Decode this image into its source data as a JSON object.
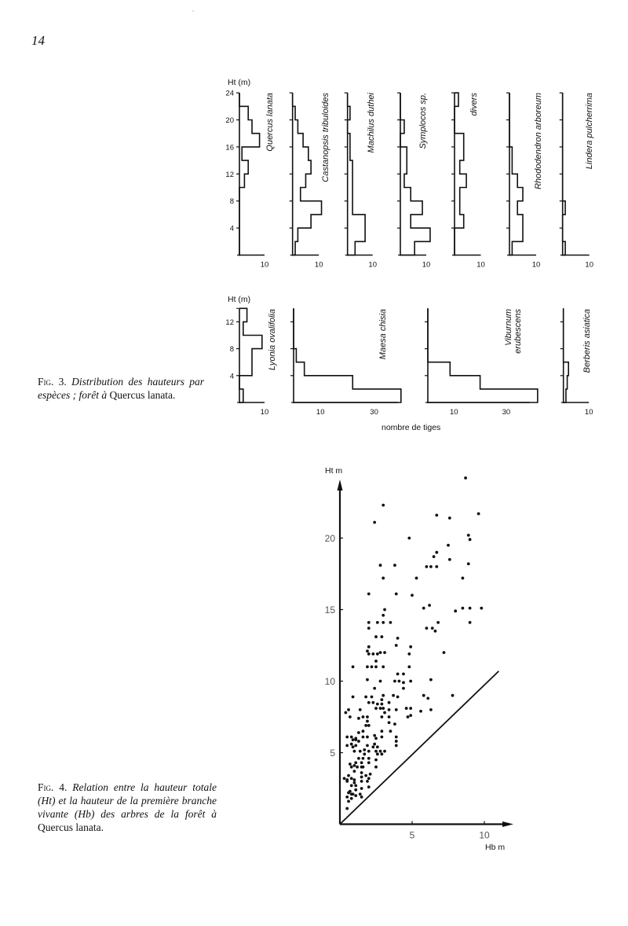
{
  "page_number": "14",
  "fig3": {
    "label": "Fig. 3.",
    "text_italic": "Distribution des hauteurs par espèces ; forêt à",
    "text_roman": "Quercus lanata."
  },
  "fig4": {
    "label": "Fig. 4.",
    "text_italic": "Relation entre la hauteur totale (Ht) et la hauteur de la première branche vivante (Hb) des arbres de la forêt à",
    "text_roman": "Quercus lanata."
  },
  "chart_data": [
    {
      "type": "bar",
      "orientation": "horizontal histogram panels",
      "ylabel": "Ht (m)",
      "ylim": [
        0,
        24
      ],
      "bin_width": 2,
      "yticks": [
        "4",
        "8",
        "12",
        "16",
        "20",
        "24"
      ],
      "series": [
        {
          "name": "Quercus lanata",
          "xtick": "10",
          "values": [
            0,
            0,
            0,
            0,
            0,
            2,
            3.5,
            1,
            8,
            5,
            3.5,
            0
          ]
        },
        {
          "name": "Castanopsis tribuloides",
          "xtick": "10",
          "values": [
            1,
            2,
            7,
            11,
            3,
            5,
            7,
            6,
            4,
            2,
            1,
            0
          ]
        },
        {
          "name": "Machilus duthei",
          "xtick": "10",
          "values": [
            3,
            7,
            7,
            2,
            2,
            2,
            2,
            1,
            1,
            0,
            1,
            0
          ]
        },
        {
          "name": "Symplocos sp.",
          "xtick": "10",
          "values": [
            5.5,
            11.5,
            4,
            8.5,
            4,
            1.5,
            2.5,
            2.5,
            0,
            1.5,
            0,
            0
          ]
        },
        {
          "name": "divers",
          "xtick": "10",
          "values": [
            0,
            0,
            3.5,
            2,
            2,
            4.5,
            2,
            3.5,
            3.5,
            0,
            0,
            1.5
          ]
        },
        {
          "name": "Rhododendron arboreum",
          "xtick": "10",
          "values": [
            1,
            5,
            5,
            3,
            5,
            3,
            1,
            1,
            0,
            0,
            0,
            0
          ]
        },
        {
          "name": "Lindera pulcherrima",
          "xtick": "10",
          "values": [
            1,
            0,
            0,
            1,
            0,
            0,
            0,
            0,
            0,
            0,
            0,
            0
          ]
        }
      ]
    },
    {
      "type": "bar",
      "orientation": "horizontal histogram panels",
      "ylabel": "Ht (m)",
      "xlabel": "nombre de tiges",
      "ylim": [
        0,
        14
      ],
      "bin_width": 2,
      "yticks": [
        "4",
        "8",
        "12"
      ],
      "series": [
        {
          "name": "Lyonia ovalifolia",
          "xticks": [
            "10"
          ],
          "values": [
            1.5,
            0,
            5,
            5,
            9,
            1.5,
            3
          ]
        },
        {
          "name": "Maesa chisia",
          "xticks": [
            "10",
            "30"
          ],
          "values": [
            40,
            22,
            4,
            1,
            0,
            0,
            0
          ]
        },
        {
          "name": "Viburnum erubescens",
          "xticks": [
            "10",
            "30"
          ],
          "values": [
            42,
            20,
            8.5,
            0,
            0,
            0,
            0
          ]
        },
        {
          "name": "Berberis asiatica",
          "xticks": [
            "10"
          ],
          "values": [
            1,
            1.5,
            2,
            0,
            0,
            0,
            0
          ]
        }
      ]
    },
    {
      "type": "scatter",
      "xlabel": "Hb m",
      "ylabel": "Ht m",
      "xlim": [
        0,
        11.5
      ],
      "ylim": [
        0,
        25
      ],
      "xticks": [
        "5",
        "10"
      ],
      "yticks": [
        "5",
        "10",
        "15",
        "20"
      ],
      "reference_line": [
        [
          0,
          0
        ],
        [
          11,
          10.7
        ]
      ],
      "points": [
        [
          8.7,
          24.2
        ],
        [
          3.0,
          22.3
        ],
        [
          2.4,
          21.1
        ],
        [
          6.7,
          21.6
        ],
        [
          7.6,
          21.4
        ],
        [
          9.6,
          21.7
        ],
        [
          4.8,
          20.0
        ],
        [
          8.9,
          20.2
        ],
        [
          9.0,
          19.9
        ],
        [
          7.5,
          19.5
        ],
        [
          6.7,
          19.0
        ],
        [
          6.5,
          18.7
        ],
        [
          7.6,
          18.5
        ],
        [
          2.8,
          18.1
        ],
        [
          3.8,
          18.1
        ],
        [
          6.0,
          18.0
        ],
        [
          6.3,
          18.0
        ],
        [
          6.7,
          18.0
        ],
        [
          8.9,
          18.2
        ],
        [
          3.0,
          17.2
        ],
        [
          5.3,
          17.2
        ],
        [
          8.5,
          17.2
        ],
        [
          2.0,
          16.1
        ],
        [
          3.9,
          16.1
        ],
        [
          5.0,
          16.0
        ],
        [
          3.1,
          15.0
        ],
        [
          5.8,
          15.1
        ],
        [
          6.2,
          15.3
        ],
        [
          8.0,
          14.9
        ],
        [
          8.5,
          15.1
        ],
        [
          9.0,
          15.1
        ],
        [
          9.8,
          15.1
        ],
        [
          3.0,
          14.6
        ],
        [
          2.0,
          14.1
        ],
        [
          2.6,
          14.1
        ],
        [
          3.0,
          14.1
        ],
        [
          3.5,
          14.1
        ],
        [
          6.8,
          14.1
        ],
        [
          9.0,
          14.1
        ],
        [
          2.0,
          13.7
        ],
        [
          6.0,
          13.7
        ],
        [
          6.4,
          13.7
        ],
        [
          6.6,
          13.5
        ],
        [
          2.5,
          13.1
        ],
        [
          2.9,
          13.1
        ],
        [
          4.0,
          13.0
        ],
        [
          3.9,
          12.5
        ],
        [
          4.9,
          12.4
        ],
        [
          1.9,
          12.1
        ],
        [
          2.0,
          12.4
        ],
        [
          2.0,
          11.9
        ],
        [
          2.3,
          11.9
        ],
        [
          2.6,
          11.9
        ],
        [
          2.8,
          12.0
        ],
        [
          3.1,
          12.0
        ],
        [
          7.2,
          12.0
        ],
        [
          4.8,
          11.9
        ],
        [
          2.5,
          11.4
        ],
        [
          0.9,
          11.0
        ],
        [
          1.9,
          11.0
        ],
        [
          2.2,
          11.0
        ],
        [
          2.5,
          11.0
        ],
        [
          3.0,
          11.0
        ],
        [
          4.8,
          11.0
        ],
        [
          4.0,
          10.5
        ],
        [
          4.4,
          10.5
        ],
        [
          3.8,
          10.0
        ],
        [
          4.1,
          10.0
        ],
        [
          4.4,
          9.9
        ],
        [
          4.9,
          10.0
        ],
        [
          1.9,
          10.1
        ],
        [
          2.8,
          10.0
        ],
        [
          6.3,
          10.1
        ],
        [
          2.4,
          9.5
        ],
        [
          4.4,
          9.5
        ],
        [
          0.9,
          8.9
        ],
        [
          1.8,
          8.9
        ],
        [
          2.2,
          8.9
        ],
        [
          3.0,
          9.0
        ],
        [
          3.7,
          9.0
        ],
        [
          4.0,
          8.9
        ],
        [
          5.8,
          9.0
        ],
        [
          6.1,
          8.8
        ],
        [
          7.8,
          9.0
        ],
        [
          2.0,
          8.5
        ],
        [
          2.3,
          8.5
        ],
        [
          2.6,
          8.4
        ],
        [
          2.9,
          8.7
        ],
        [
          2.9,
          8.4
        ],
        [
          3.4,
          8.5
        ],
        [
          0.4,
          7.8
        ],
        [
          0.6,
          8.0
        ],
        [
          1.4,
          8.0
        ],
        [
          2.5,
          8.1
        ],
        [
          2.8,
          8.1
        ],
        [
          3.0,
          8.1
        ],
        [
          3.4,
          8.0
        ],
        [
          3.1,
          7.8
        ],
        [
          3.9,
          8.0
        ],
        [
          4.6,
          8.1
        ],
        [
          4.9,
          8.1
        ],
        [
          5.6,
          7.9
        ],
        [
          6.3,
          8.0
        ],
        [
          0.7,
          7.5
        ],
        [
          1.3,
          7.4
        ],
        [
          1.6,
          7.5
        ],
        [
          1.9,
          7.5
        ],
        [
          2.9,
          7.5
        ],
        [
          3.4,
          7.5
        ],
        [
          1.9,
          7.2
        ],
        [
          1.8,
          6.9
        ],
        [
          2.0,
          6.9
        ],
        [
          3.4,
          7.1
        ],
        [
          3.8,
          7.0
        ],
        [
          4.7,
          7.5
        ],
        [
          4.9,
          7.6
        ],
        [
          1.6,
          6.5
        ],
        [
          1.3,
          6.4
        ],
        [
          2.9,
          6.5
        ],
        [
          3.5,
          6.5
        ],
        [
          0.5,
          6.1
        ],
        [
          0.8,
          6.1
        ],
        [
          1.1,
          6.0
        ],
        [
          1.6,
          6.1
        ],
        [
          1.9,
          6.1
        ],
        [
          2.4,
          6.2
        ],
        [
          2.5,
          6.0
        ],
        [
          2.9,
          6.1
        ],
        [
          3.9,
          6.1
        ],
        [
          0.5,
          5.5
        ],
        [
          0.8,
          5.6
        ],
        [
          0.9,
          5.9
        ],
        [
          1.1,
          5.9
        ],
        [
          1.3,
          5.8
        ],
        [
          0.9,
          5.4
        ],
        [
          1.1,
          5.5
        ],
        [
          1.9,
          5.5
        ],
        [
          2.4,
          5.6
        ],
        [
          3.9,
          5.8
        ],
        [
          3.9,
          5.5
        ],
        [
          1.0,
          5.1
        ],
        [
          1.4,
          5.1
        ],
        [
          1.7,
          5.2
        ],
        [
          1.7,
          4.9
        ],
        [
          2.0,
          5.1
        ],
        [
          2.3,
          5.4
        ],
        [
          2.6,
          5.4
        ],
        [
          2.5,
          5.1
        ],
        [
          2.6,
          4.9
        ],
        [
          2.8,
          5.1
        ],
        [
          2.9,
          4.9
        ],
        [
          3.1,
          5.1
        ],
        [
          1.3,
          4.6
        ],
        [
          1.6,
          4.6
        ],
        [
          2.0,
          4.6
        ],
        [
          2.5,
          4.5
        ],
        [
          1.1,
          4.3
        ],
        [
          1.5,
          4.3
        ],
        [
          2.0,
          4.3
        ],
        [
          0.7,
          4.2
        ],
        [
          1.0,
          4.1
        ],
        [
          1.2,
          4.0
        ],
        [
          1.5,
          4.0
        ],
        [
          1.6,
          4.0
        ],
        [
          2.5,
          4.0
        ],
        [
          0.8,
          4.0
        ],
        [
          0.3,
          3.2
        ],
        [
          0.5,
          3.1
        ],
        [
          0.6,
          3.4
        ],
        [
          0.8,
          3.2
        ],
        [
          1.0,
          3.7
        ],
        [
          1.0,
          3.1
        ],
        [
          1.5,
          3.6
        ],
        [
          1.5,
          3.3
        ],
        [
          1.5,
          3.0
        ],
        [
          1.8,
          3.4
        ],
        [
          2.1,
          3.5
        ],
        [
          2.0,
          3.2
        ],
        [
          1.9,
          3.0
        ],
        [
          0.5,
          3.0
        ],
        [
          0.8,
          2.7
        ],
        [
          1.0,
          2.9
        ],
        [
          1.1,
          2.7
        ],
        [
          1.1,
          2.4
        ],
        [
          1.5,
          2.5
        ],
        [
          2.0,
          2.6
        ],
        [
          0.7,
          2.3
        ],
        [
          0.5,
          1.9
        ],
        [
          0.6,
          2.2
        ],
        [
          0.8,
          2.1
        ],
        [
          0.9,
          2.1
        ],
        [
          1.1,
          2.0
        ],
        [
          1.4,
          2.1
        ],
        [
          1.5,
          1.9
        ],
        [
          0.8,
          1.8
        ],
        [
          0.6,
          1.6
        ],
        [
          0.5,
          1.1
        ]
      ]
    }
  ]
}
